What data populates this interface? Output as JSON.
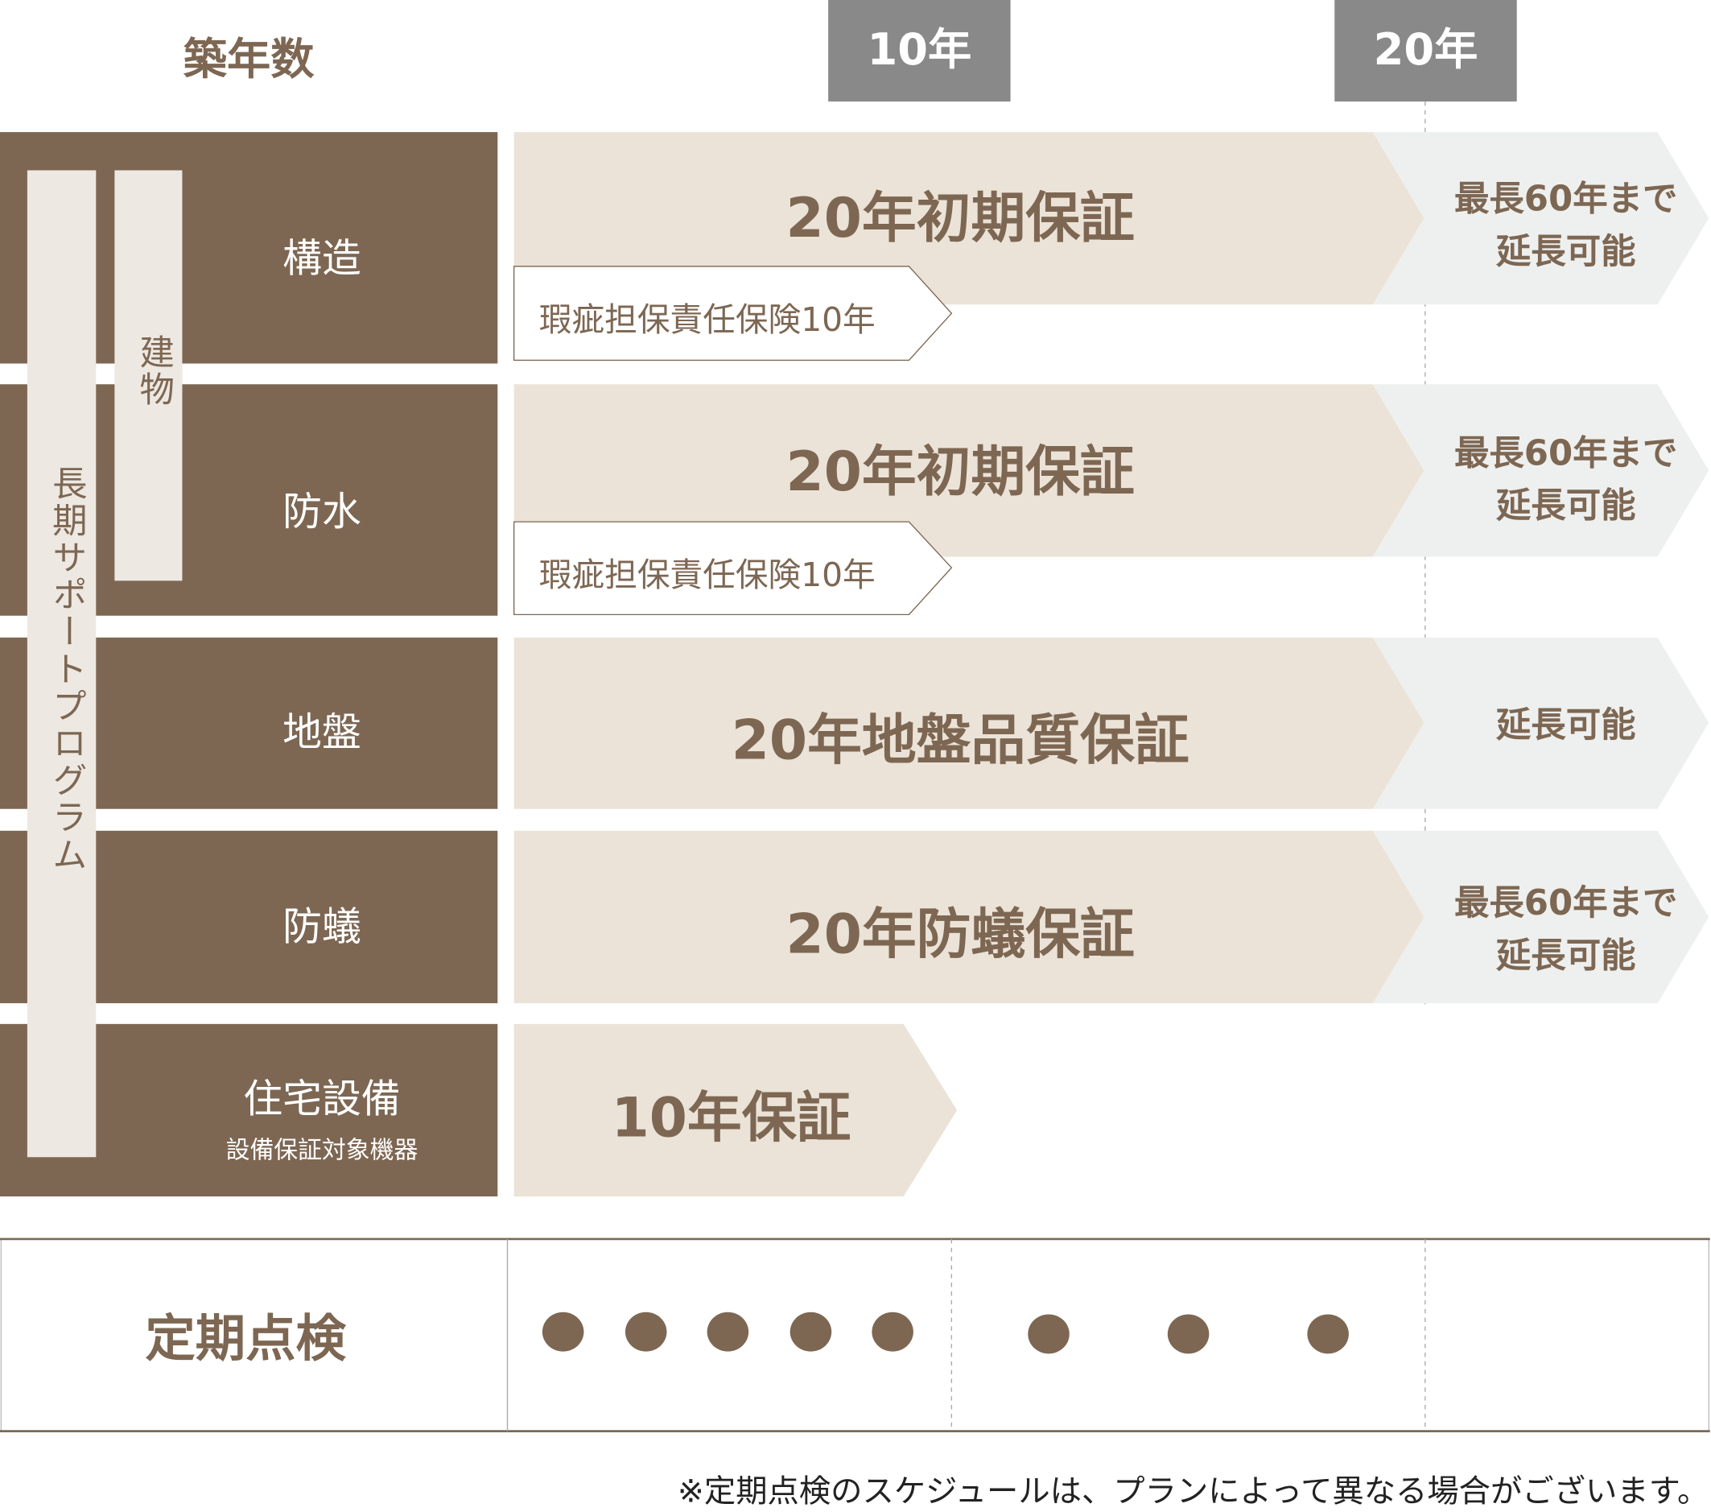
{
  "header": {
    "title": "築年数",
    "year_10": "10年",
    "year_20": "20年"
  },
  "sidebar": {
    "long_term": "長期サポートプログラム",
    "building": "建物"
  },
  "rows": [
    {
      "label": "構造",
      "main": "20年初期保証",
      "sub": "瑕疵担保責任保険10年",
      "ext": [
        "最長60年まで",
        "延長可能"
      ]
    },
    {
      "label": "防水",
      "main": "20年初期保証",
      "sub": "瑕疵担保責任保険10年",
      "ext": [
        "最長60年まで",
        "延長可能"
      ]
    },
    {
      "label": "地盤",
      "main": "20年地盤品質保証",
      "ext": [
        "延長可能"
      ]
    },
    {
      "label": "防蟻",
      "main": "20年防蟻保証",
      "ext": [
        "最長60年まで",
        "延長可能"
      ]
    },
    {
      "label": "住宅設備",
      "sublabel": "設備保証対象機器",
      "main": "10年保証"
    }
  ],
  "inspection": {
    "label": "定期点検",
    "dots_first_10_years": 5,
    "dots_10_to_20_years": 3
  },
  "footnote": "※定期点検のスケジュールは、プランによって異なる場合がございます。",
  "colors": {
    "brown": "#7d6753",
    "beige": "#ebe3d7",
    "gray": "#eef0ef",
    "year_box": "#898989"
  }
}
